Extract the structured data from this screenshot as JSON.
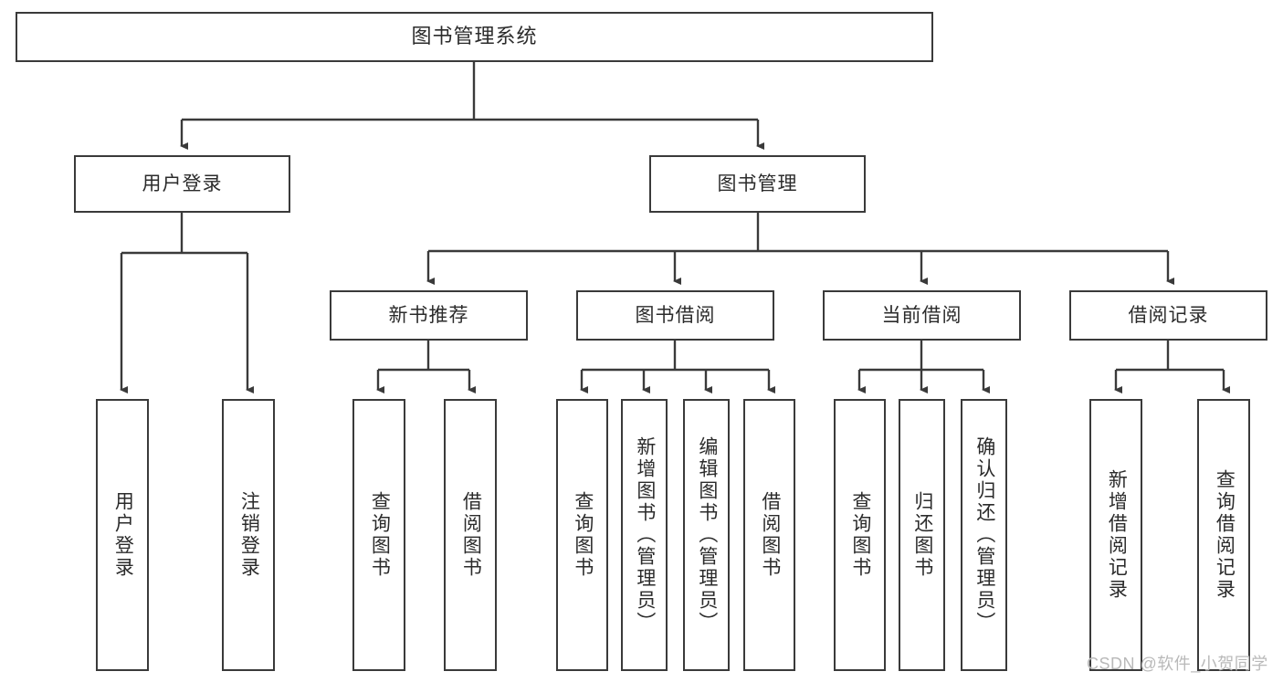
{
  "diagram": {
    "title": "图书管理系统",
    "watermark": "CSDN @软件_小贺同学",
    "colors": {
      "border": "#3a3a3a",
      "fill": "#ffffff",
      "text": "#2b2b2b",
      "edge": "#3a3a3a",
      "watermark": "#b9b9b9"
    },
    "nodes": {
      "root": {
        "label": "图书管理系统"
      },
      "level2": [
        {
          "label": "用户登录"
        },
        {
          "label": "图书管理"
        }
      ],
      "level3": [
        {
          "label": "新书推荐"
        },
        {
          "label": "图书借阅"
        },
        {
          "label": "当前借阅"
        },
        {
          "label": "借阅记录"
        }
      ],
      "leaves": {
        "user_login": [
          {
            "label": "用户登录"
          },
          {
            "label": "注销登录"
          }
        ],
        "new_book": [
          {
            "label": "查询图书"
          },
          {
            "label": "借阅图书"
          }
        ],
        "book_borrow": [
          {
            "label": "查询图书"
          },
          {
            "label": "新增图书（管理员）"
          },
          {
            "label": "编辑图书（管理员）"
          },
          {
            "label": "借阅图书"
          }
        ],
        "current_borrow": [
          {
            "label": "查询图书"
          },
          {
            "label": "归还图书"
          },
          {
            "label": "确认归还（管理员）"
          }
        ],
        "borrow_record": [
          {
            "label": "新增借阅记录"
          },
          {
            "label": "查询借阅记录"
          }
        ]
      }
    }
  }
}
